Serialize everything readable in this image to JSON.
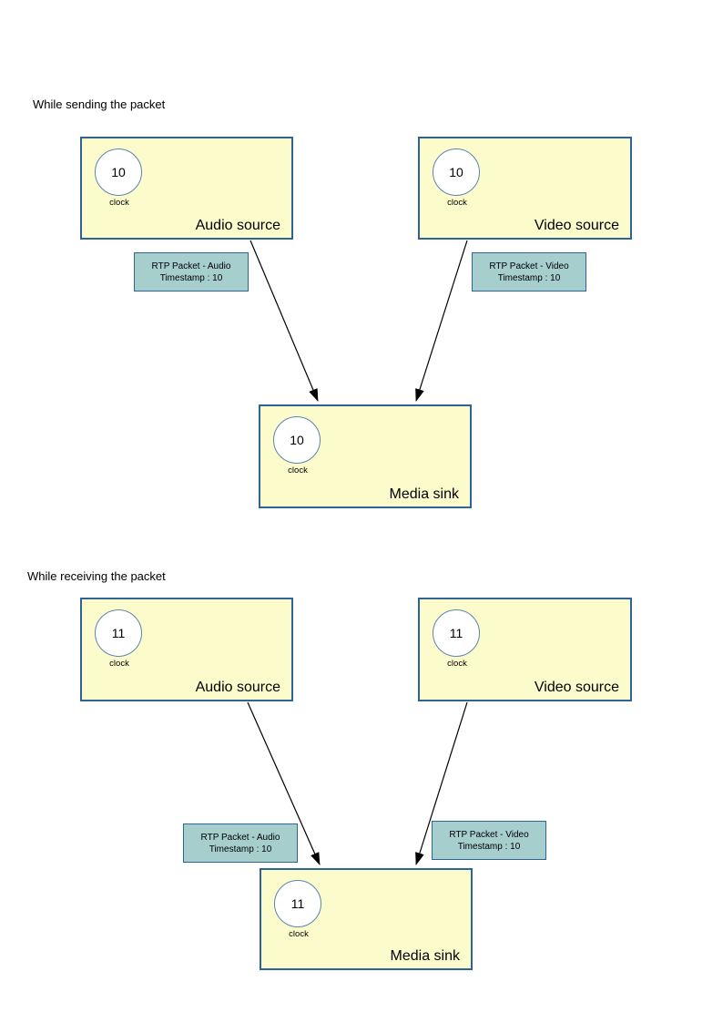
{
  "colors": {
    "node_fill": "#FCFBCC",
    "node_border": "#2E6396",
    "circle_fill": "#FFFFFF",
    "circle_border": "#5D83AD",
    "packet_fill": "#A5CECD",
    "arrow": "#000000"
  },
  "sections": {
    "sending": {
      "title": "While sending the packet",
      "audio_source": {
        "label": "Audio source",
        "clock_value": "10",
        "clock_caption": "clock"
      },
      "video_source": {
        "label": "Video source",
        "clock_value": "10",
        "clock_caption": "clock"
      },
      "media_sink": {
        "label": "Media sink",
        "clock_value": "10",
        "clock_caption": "clock"
      },
      "audio_packet": {
        "line1": "RTP Packet - Audio",
        "line2": "Timestamp : 10"
      },
      "video_packet": {
        "line1": "RTP Packet - Video",
        "line2": "Timestamp : 10"
      }
    },
    "receiving": {
      "title": "While receiving the packet",
      "audio_source": {
        "label": "Audio source",
        "clock_value": "11",
        "clock_caption": "clock"
      },
      "video_source": {
        "label": "Video source",
        "clock_value": "11",
        "clock_caption": "clock"
      },
      "media_sink": {
        "label": "Media sink",
        "clock_value": "11",
        "clock_caption": "clock"
      },
      "audio_packet": {
        "line1": "RTP Packet - Audio",
        "line2": "Timestamp : 10"
      },
      "video_packet": {
        "line1": "RTP Packet - Video",
        "line2": "Timestamp : 10"
      }
    }
  }
}
